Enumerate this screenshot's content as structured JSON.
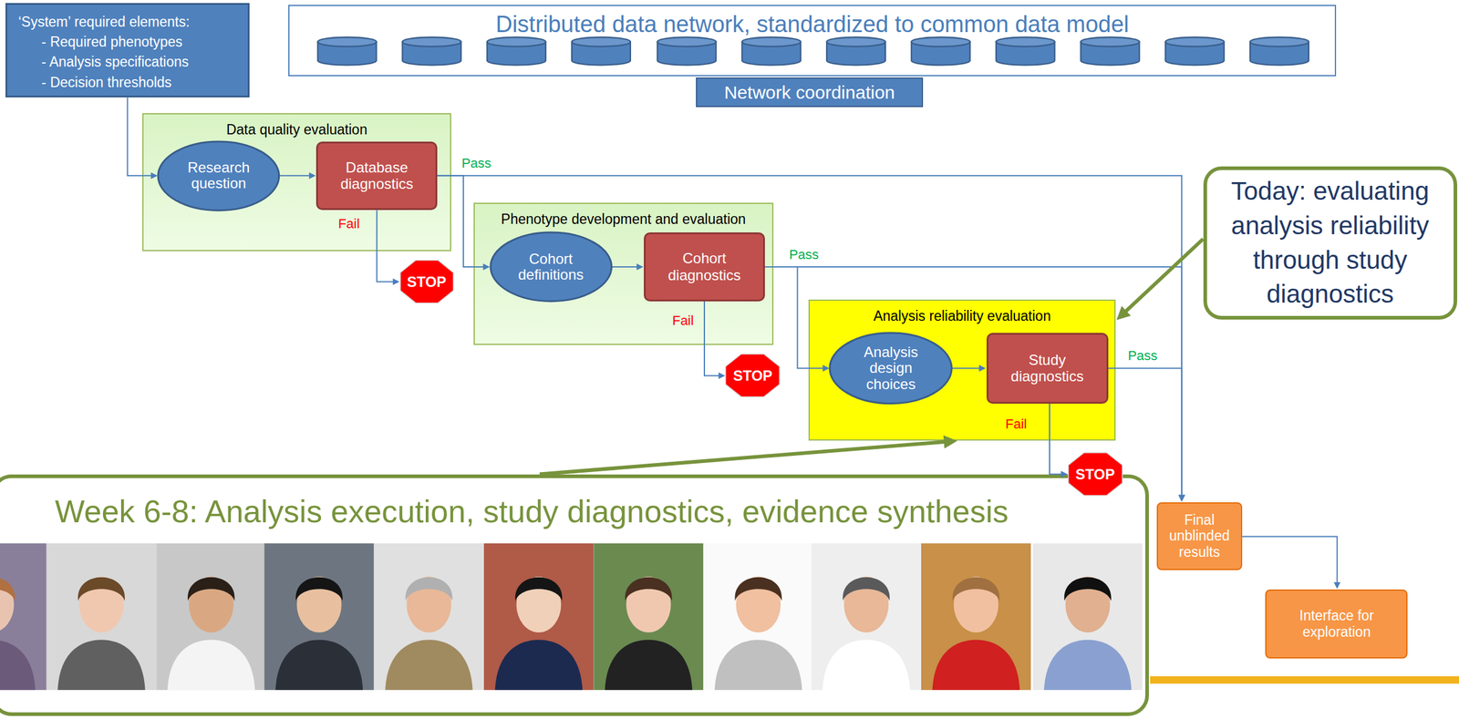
{
  "diagram": {
    "nodes": [
      {
        "text": [
          "‘System’ required elements:",
          "- Required phenotypes",
          "- Analysis specifications",
          "- Decision thresholds"
        ]
      },
      {
        "text": [
          "Distributed data network, standardized to common data model"
        ]
      },
      {
        "text": [
          "Network coordination"
        ]
      },
      {
        "text": [
          "Data quality evaluation"
        ]
      },
      {
        "text": [
          "Research question"
        ],
        "in": 3
      },
      {
        "text": [
          "Database diagnostics"
        ],
        "in": 3
      },
      {
        "text": [
          "Today: evaluating analysis reliability through study diagnostics"
        ]
      },
      {
        "text": [
          "Phenotype development and evaluation"
        ]
      },
      {
        "text": [
          "Cohort definitions"
        ],
        "in": 7
      },
      {
        "text": [
          "Cohort diagnostics"
        ],
        "in": 7
      },
      {
        "text": [
          "STOP"
        ]
      },
      {
        "text": [
          "Analysis reliability evaluation"
        ]
      },
      {
        "text": [
          "Analysis design choices"
        ],
        "in": 11
      },
      {
        "text": [
          "Study diagnostics"
        ],
        "in": 11
      },
      {
        "text": [
          "STOP"
        ]
      },
      {
        "text": [
          "STOP"
        ]
      },
      {
        "text": [
          "Week 6-8: Analysis execution, study diagnostics, evidence synthesis"
        ]
      },
      {
        "text": [
          "Final unblinded results"
        ]
      },
      {
        "text": [
          "Interface for exploration"
        ]
      }
    ],
    "edges": [
      {
        "from": 0,
        "to": 4,
        "arrow": "to"
      },
      {
        "from": 4,
        "to": 5,
        "arrow": "to"
      },
      {
        "from": 5,
        "to": 10,
        "label": "Fail",
        "arrow": "to"
      },
      {
        "from": 5,
        "to": 8,
        "label": "Pass",
        "arrow": "to"
      },
      {
        "from": 5,
        "to": 17,
        "arrow": "to"
      },
      {
        "from": 8,
        "to": 9,
        "arrow": "to"
      },
      {
        "from": 9,
        "to": 14,
        "label": "Fail",
        "arrow": "to"
      },
      {
        "from": 9,
        "to": 12,
        "label": "Pass",
        "arrow": "to"
      },
      {
        "from": 9,
        "to": 17,
        "arrow": "to"
      },
      {
        "from": 12,
        "to": 13,
        "arrow": "to"
      },
      {
        "from": 13,
        "to": 15,
        "label": "Fail",
        "arrow": "to"
      },
      {
        "from": 13,
        "to": 17,
        "label": "Pass",
        "arrow": "to"
      },
      {
        "from": 17,
        "to": 18,
        "arrow": "to"
      },
      {
        "from": 6,
        "to": 11,
        "arrow": "to"
      },
      {
        "from": 16,
        "to": 11,
        "arrow": "to"
      }
    ]
  }
}
